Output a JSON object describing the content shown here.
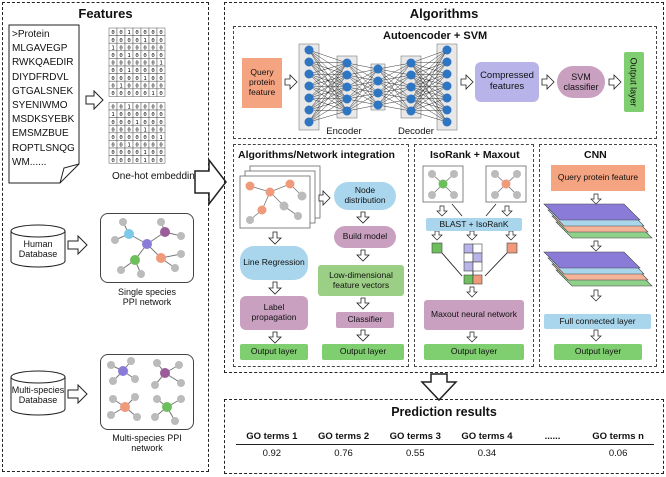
{
  "features": {
    "title": "Features",
    "sequence_lines": [
      ">Protein",
      "MLGAVEGP",
      "RWKQAEDIR",
      "DIYDFRDVL",
      "GTGALSNEK",
      "SYENIWMO",
      "MSDKSYEBK",
      "EMSMZBUE",
      "ROPTLSNQG",
      "WM......"
    ],
    "onehot_rows": [
      "0010000",
      "0000100",
      "1000000",
      "0010000",
      "0000001",
      "0010000",
      "0000100",
      "0100000",
      "0000010",
      "0010000",
      "1000000",
      "0001000",
      "0000100",
      "0000001",
      "0010000",
      "0000100",
      "0000100"
    ],
    "onehot_label": "One-hot embedding",
    "human_db": "Human Database",
    "single_species": "Single species PPI network",
    "multi_db": "Multi-species Database",
    "multi_species": "Multi-species PPI network"
  },
  "algorithms": {
    "title": "Algorithms",
    "autoencoder": {
      "title": "Autoencoder + SVM",
      "query": "Query protein feature",
      "encoder": "Encoder",
      "decoder": "Decoder",
      "compressed": "Compressed features",
      "svm": "SVM classifier",
      "output": "Output layer"
    },
    "integration": {
      "title": "Algorithms/Network integration",
      "line_regression": "Line Regression",
      "label_propagation": "Label propagation",
      "output1": "Output layer",
      "node_distribution": "Node distribution",
      "build_model": "Build model",
      "low_dim": "Low-dimensional feature vectors",
      "classifier": "Classifier",
      "output2": "Output layer"
    },
    "isorank": {
      "title": "IsoRank + Maxout",
      "blast": "BLAST + IsoRanK",
      "maxout": "Maxout neural network",
      "output": "Output layer"
    },
    "cnn": {
      "title": "CNN",
      "query": "Query protein feature",
      "fc": "Full connected layer",
      "output": "Output layer"
    }
  },
  "prediction": {
    "title": "Prediction results",
    "headers": [
      "GO terms 1",
      "GO terms 2",
      "GO terms 3",
      "GO terms 4",
      "......",
      "GO terms n"
    ],
    "values": [
      "0.92",
      "0.76",
      "0.55",
      "0.34",
      "",
      "0.06"
    ]
  },
  "colors": {
    "blue": "#a9d6ec",
    "purple": "#c9a0c0",
    "green": "#7fce6f",
    "lavender": "#b8b4ea",
    "salmon": "#f5a482"
  }
}
